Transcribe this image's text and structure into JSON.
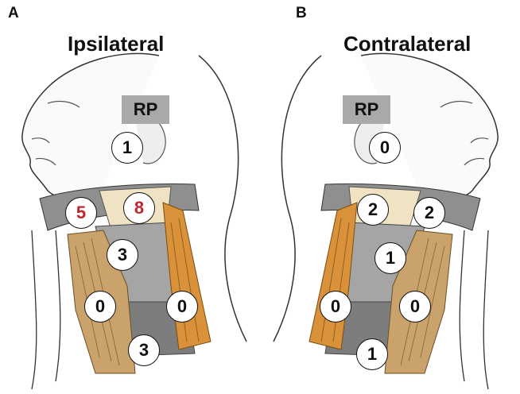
{
  "panels": [
    {
      "letter": "A",
      "title": "Ipsilateral",
      "rp_label": "RP",
      "nodes": [
        {
          "value": "1",
          "highlight": false
        },
        {
          "value": "5",
          "highlight": true
        },
        {
          "value": "8",
          "highlight": true
        },
        {
          "value": "3",
          "highlight": false
        },
        {
          "value": "0",
          "highlight": false
        },
        {
          "value": "0",
          "highlight": false
        },
        {
          "value": "3",
          "highlight": false
        }
      ]
    },
    {
      "letter": "B",
      "title": "Contralateral",
      "rp_label": "RP",
      "nodes": [
        {
          "value": "0",
          "highlight": false
        },
        {
          "value": "2",
          "highlight": false
        },
        {
          "value": "2",
          "highlight": false
        },
        {
          "value": "1",
          "highlight": false
        },
        {
          "value": "0",
          "highlight": false
        },
        {
          "value": "0",
          "highlight": false
        },
        {
          "value": "1",
          "highlight": false
        }
      ]
    }
  ],
  "colors": {
    "highlight_text": "#c0272d",
    "rp_box": "#a9a9a9",
    "muscle_orange": "#d9923a",
    "muscle_tan": "#c9a36b",
    "region_gray": "#9c9c9c",
    "region_cream": "#efe3c4"
  }
}
